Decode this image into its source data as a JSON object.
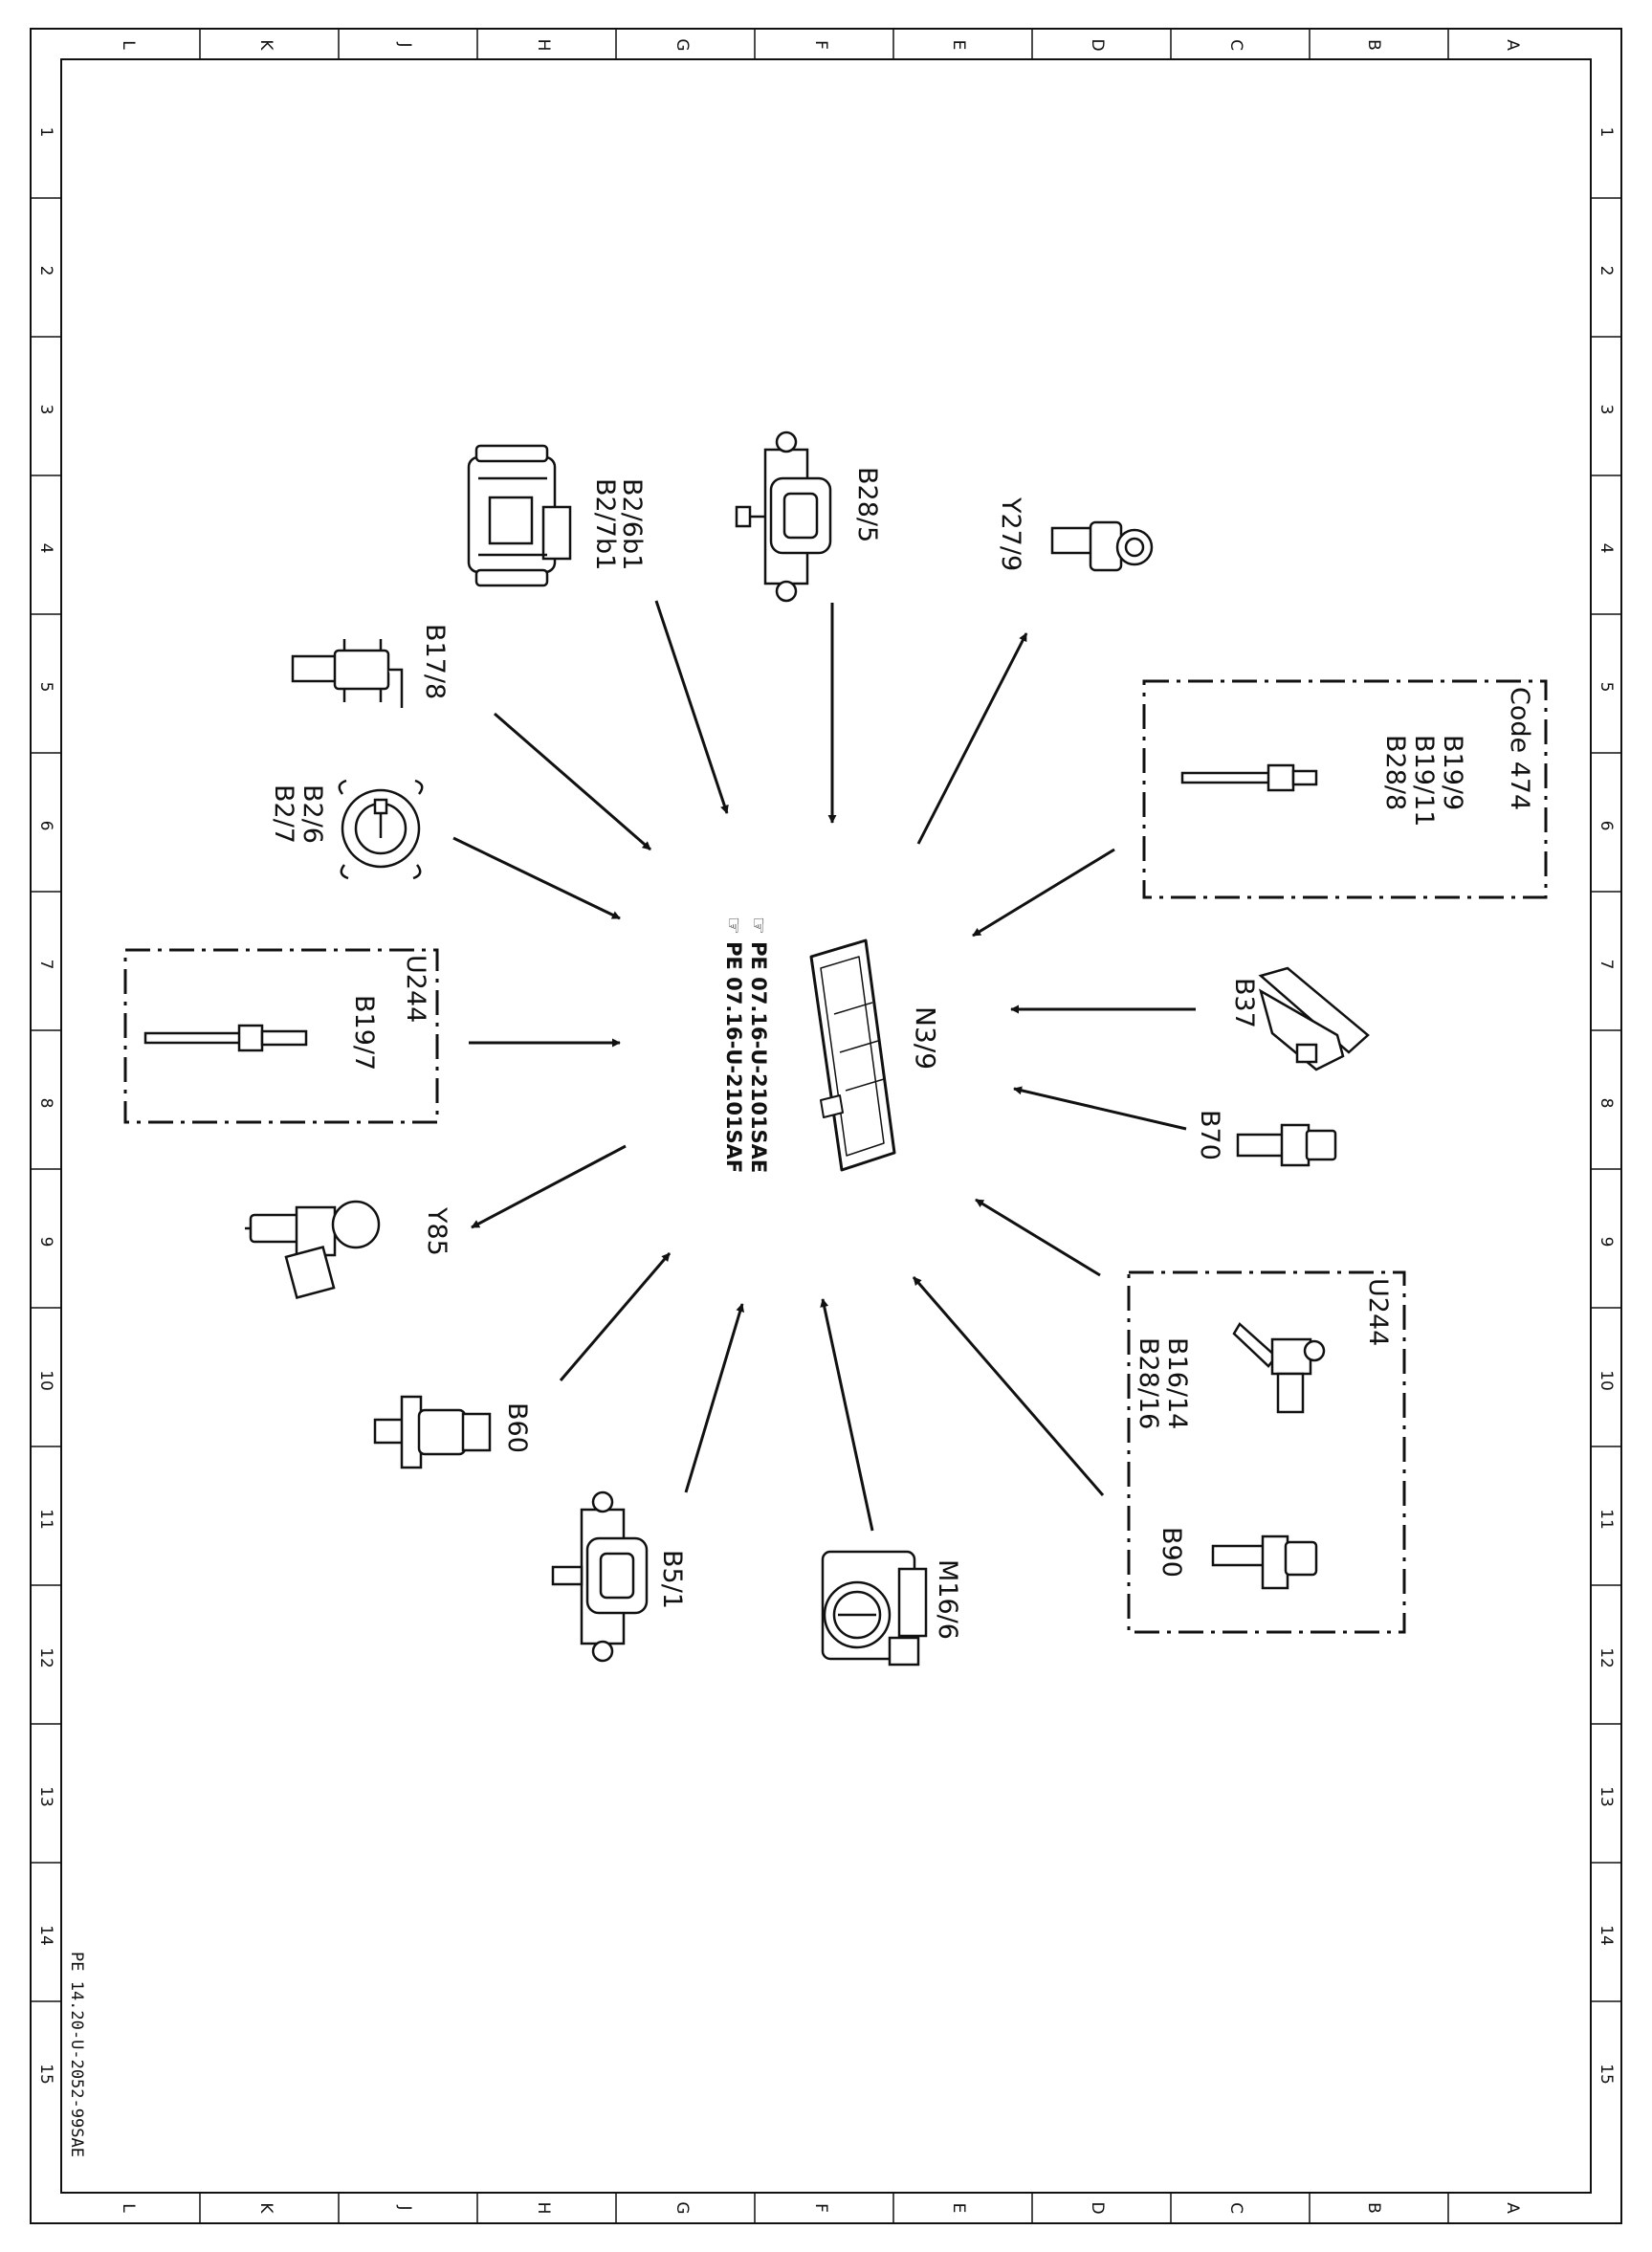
{
  "sheet": {
    "columns_top": [
      "L",
      "K",
      "J",
      "H",
      "G",
      "F",
      "E",
      "D",
      "C",
      "B",
      "A"
    ],
    "columns_bottom": [
      "L",
      "K",
      "J",
      "H",
      "G",
      "F",
      "E",
      "D",
      "C",
      "B",
      "A"
    ],
    "rows": [
      "1",
      "2",
      "3",
      "4",
      "5",
      "6",
      "7",
      "8",
      "9",
      "10",
      "11",
      "12",
      "13",
      "14",
      "15"
    ],
    "document_ref": "PE 14.20-U-2052-99SAE"
  },
  "center": {
    "label": "N3/9",
    "refs": [
      "☞ PE 07.16-U-2101SAE",
      "☞ PE 07.16-U-2101SAF"
    ]
  },
  "components": {
    "b2_6b1": [
      "B2/6b1",
      "B2/7b1"
    ],
    "b28_5": [
      "B28/5"
    ],
    "y27_9": [
      "Y27/9"
    ],
    "b17_8": [
      "B17/8"
    ],
    "b2_6": [
      "B2/6",
      "B2/7"
    ],
    "b19_7": [
      "B19/7"
    ],
    "y85": [
      "Y85"
    ],
    "b60": [
      "B60"
    ],
    "b5_1": [
      "B5/1"
    ],
    "m16_6": [
      "M16/6"
    ],
    "b37": [
      "B37"
    ],
    "b70": [
      "B70"
    ],
    "code474_list": [
      "B19/9",
      "B19/11",
      "B28/8"
    ],
    "u244_right_list": [
      "B16/14",
      "B28/16"
    ],
    "b90": [
      "B90"
    ]
  },
  "groups": {
    "code474": "Code 474",
    "u244_left": "U244",
    "u244_right": "U244"
  },
  "colors": {
    "line": "#111111",
    "paper": "#ffffff"
  }
}
